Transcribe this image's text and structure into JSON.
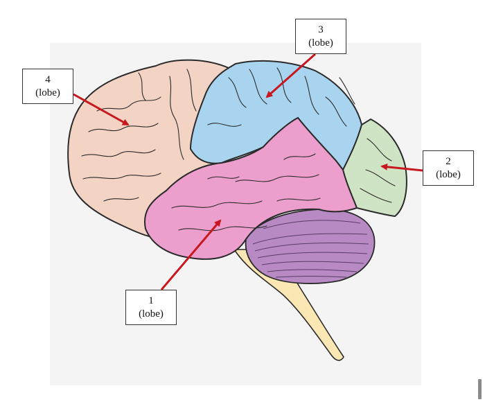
{
  "labels": [
    {
      "id": "1",
      "number": "1",
      "text": "(lobe)"
    },
    {
      "id": "2",
      "number": "2",
      "text": "(lobe)"
    },
    {
      "id": "3",
      "number": "3",
      "text": "(lobe)"
    },
    {
      "id": "4",
      "number": "4",
      "text": "(lobe)"
    }
  ],
  "colors": {
    "frontal": "#f2d3c4",
    "parietal": "#a9d4ef",
    "temporal": "#ec9fcd",
    "occipital": "#cfe4c4",
    "cerebellum": "#b88ac4",
    "brainstem": "#fbe7b3",
    "arrow": "#c8171e",
    "outline": "#2a2a2a"
  }
}
